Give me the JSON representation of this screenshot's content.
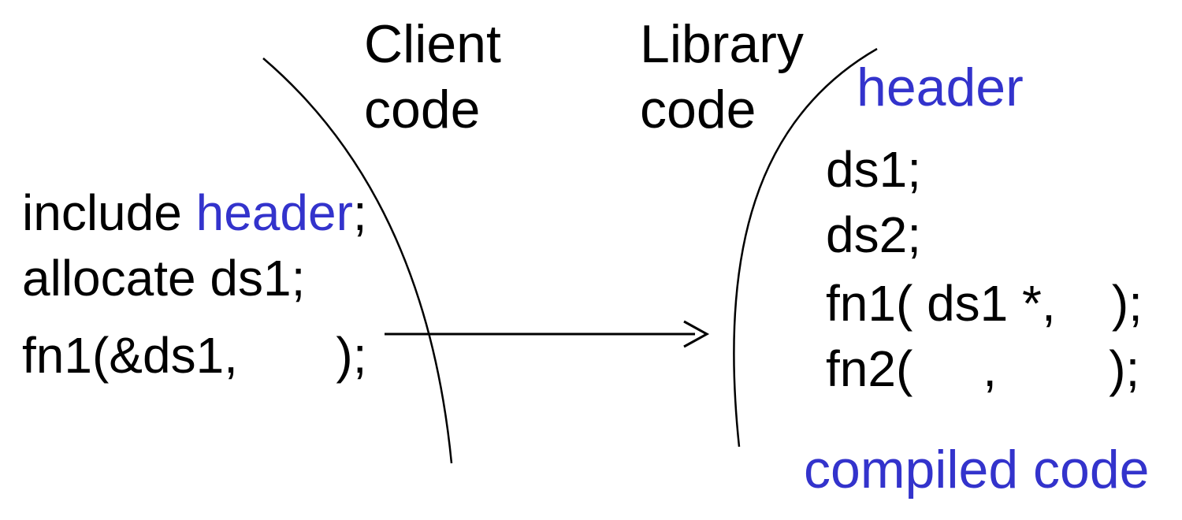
{
  "colors": {
    "accent_blue": "#3333CC",
    "ink": "#000000",
    "background": "#FFFFFF"
  },
  "labels": {
    "client_code_line1": "Client",
    "client_code_line2": "code",
    "library_code_line1": "Library",
    "library_code_line2": "code",
    "header": "header",
    "compiled_code": "compiled code"
  },
  "client_code": {
    "line1_prefix": "include ",
    "line1_header_ref": "header",
    "line1_suffix": ";",
    "line2": "allocate ds1;",
    "line3": "fn1(&ds1,       );"
  },
  "library_code": {
    "line1": "ds1;",
    "line2": "ds2;",
    "line3": "fn1( ds1 *,    );",
    "line4": "fn2(     ,        );"
  }
}
